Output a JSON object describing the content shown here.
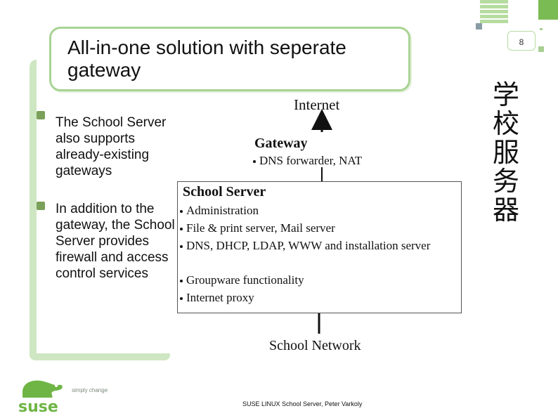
{
  "slide": {
    "title": "All-in-one solution with seperate gateway",
    "page_number": "8",
    "cjk_title": "学校服务器",
    "footer": "SUSE LINUX School Server, Peter Varkoly"
  },
  "bullets": [
    "The School Server also supports already-existing gateways",
    "In addition to the gateway, the School Server provides firewall and access control services"
  ],
  "diagram": {
    "internet": "Internet",
    "gateway": {
      "heading": "Gateway",
      "items": [
        "DNS forwarder, NAT"
      ]
    },
    "school_server": {
      "heading": "School Server",
      "items": [
        "Administration",
        "File & print server, Mail server",
        "DNS, DHCP, LDAP, WWW and installation server",
        "Groupware functionality",
        "Internet proxy"
      ]
    },
    "school_network": "School Network"
  },
  "logo": {
    "brand": "suse",
    "tagline": "simply change"
  },
  "colors": {
    "accent_green": "#7bbb54",
    "frame_green": "#a9d394",
    "bullet": "#7ba05a"
  }
}
